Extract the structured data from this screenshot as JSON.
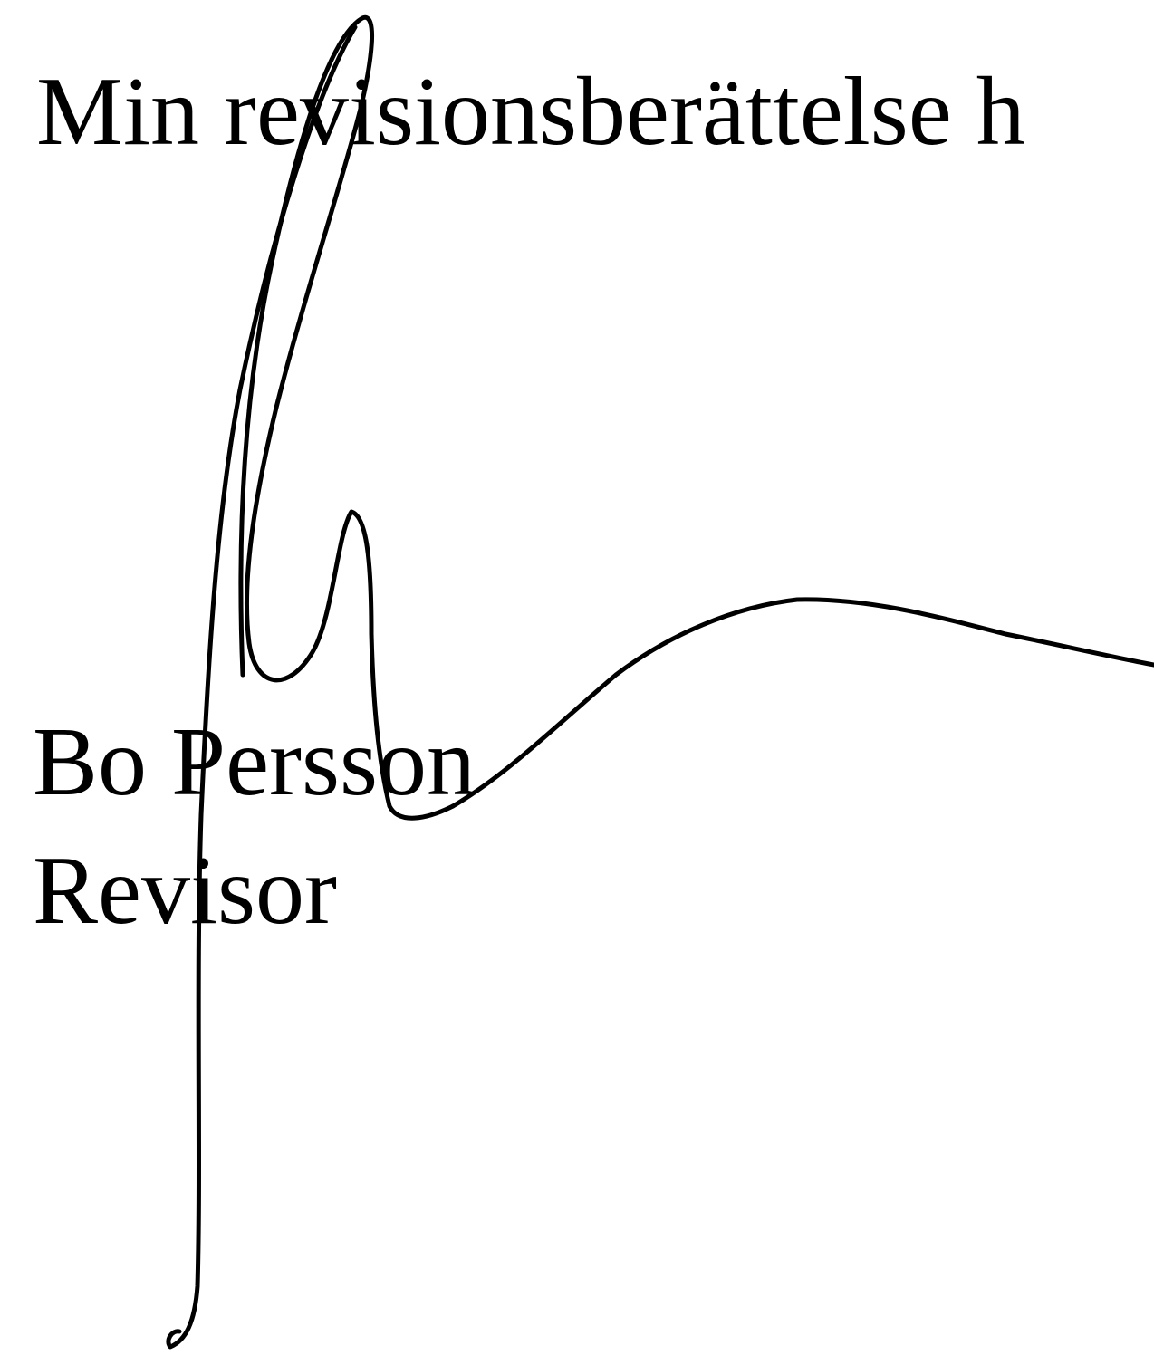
{
  "document": {
    "statement": "Min revisionsberättelse h",
    "signer_name": "Bo Persson",
    "signer_role": "Revisor"
  },
  "colors": {
    "ink": "#000000",
    "paper": "#ffffff"
  }
}
